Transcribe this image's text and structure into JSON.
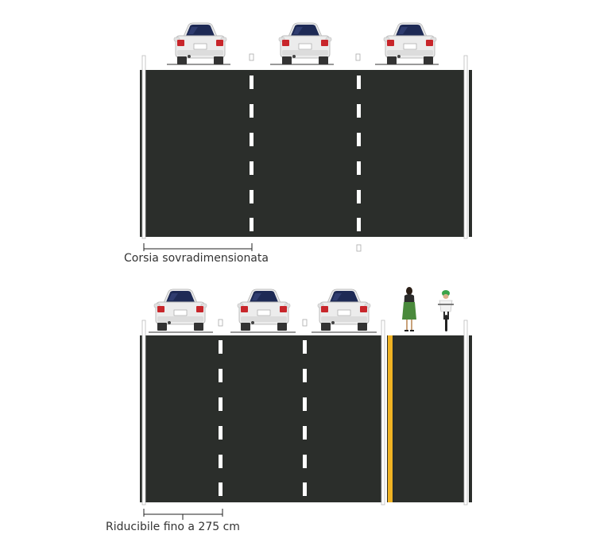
{
  "top_diagram": {
    "label": "Corsia sovradimensionata",
    "cars": 3,
    "lanes": 3
  },
  "bottom_diagram": {
    "label": "Riducibile fino a 275 cm",
    "cars": 3,
    "lanes": 3,
    "bike_lane": true,
    "figures": [
      "pedestrian",
      "cyclist"
    ]
  },
  "colors": {
    "road": "#2b2e2b",
    "marking": "#ffffff",
    "bike_line": "#f0b323",
    "car_body": "#ececec",
    "windshield": "#1e2a55",
    "tail_light": "#c8262b",
    "pedestrian": "#4a8a3c",
    "helmet": "#3aa34a"
  }
}
